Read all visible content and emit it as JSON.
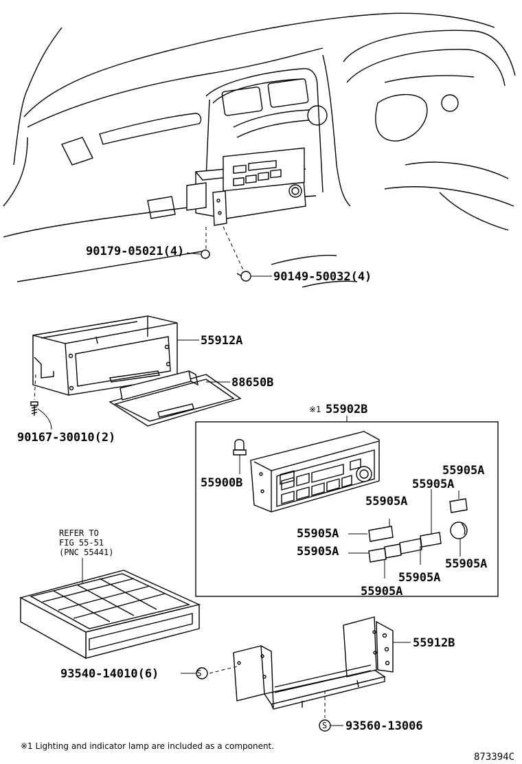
{
  "parts": {
    "p1": "90179-05021(4)",
    "p2": "90149-50032(4)",
    "p3": "55912A",
    "p4": "88650B",
    "p5": "90167-30010(2)",
    "p6": "55902B",
    "p6_mark": "※1",
    "p7": "55900B",
    "p8a": "55905A",
    "p8b": "55905A",
    "p8c": "55905A",
    "p8d": "55905A",
    "p8e": "55905A",
    "p8f": "55905A",
    "p8g": "55905A",
    "p8h": "55905A",
    "p9": "55912B",
    "p10": "93540-14010(6)",
    "p11": "93560-13006"
  },
  "refer": {
    "line1": "REFER TO",
    "line2": "FIG 55-51",
    "line3": "(PNC 55441)"
  },
  "screw_mark": "S",
  "footnote": "※1 Lighting and indicator lamp are included as a component.",
  "diagram_code": "873394C"
}
